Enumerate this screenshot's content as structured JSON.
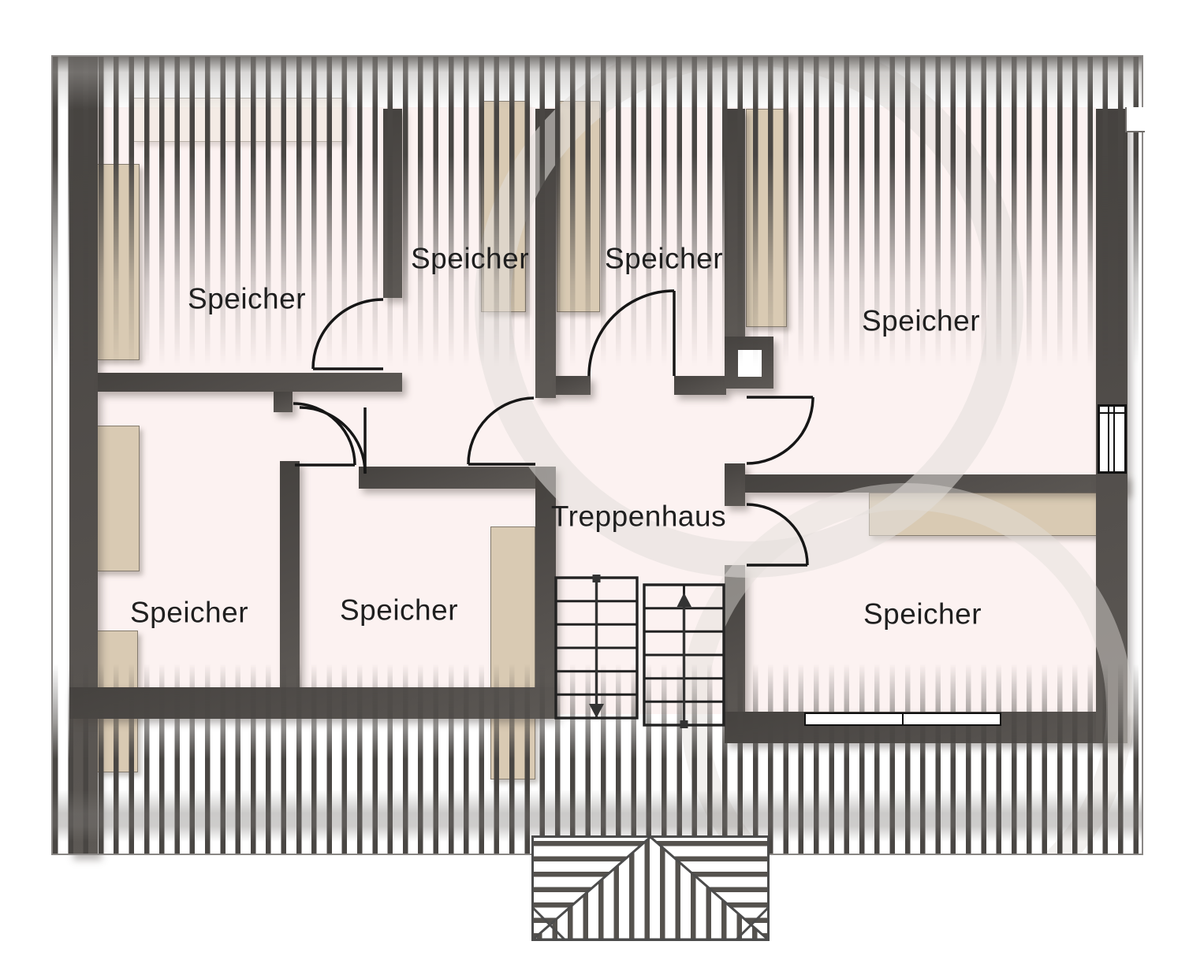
{
  "rooms": [
    {
      "id": "speicher-top-left",
      "label": "Speicher"
    },
    {
      "id": "speicher-top-mid-left",
      "label": "Speicher"
    },
    {
      "id": "speicher-top-mid-right",
      "label": "Speicher"
    },
    {
      "id": "speicher-top-right",
      "label": "Speicher"
    },
    {
      "id": "speicher-bottom-left",
      "label": "Speicher"
    },
    {
      "id": "speicher-bottom-mid",
      "label": "Speicher"
    },
    {
      "id": "speicher-bottom-right",
      "label": "Speicher"
    },
    {
      "id": "stairwell",
      "label": "Treppenhaus"
    }
  ],
  "stairs": {
    "left_flight_direction": "down",
    "right_flight_direction": "up"
  },
  "colors": {
    "wall": "#524e4b",
    "floor": "#fcf2f1",
    "furniture": "#d9cab3",
    "hatch": "#494643",
    "symbol_line": "#161616",
    "frame": "#8a8785"
  }
}
